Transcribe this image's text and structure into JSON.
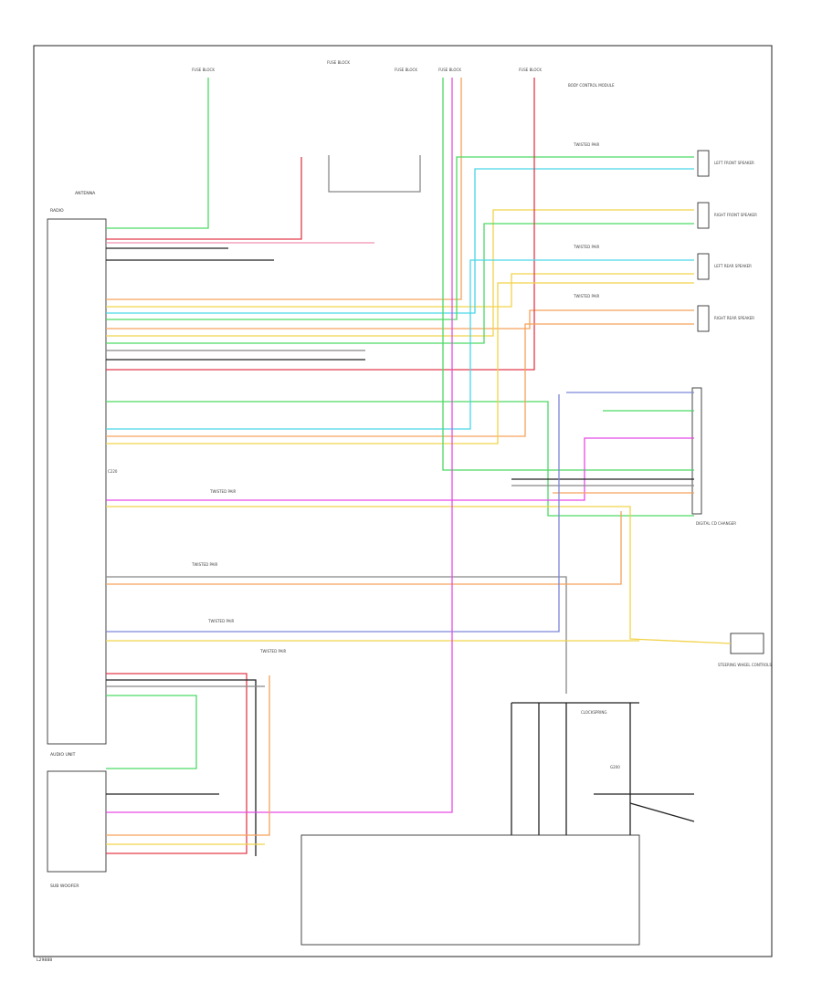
{
  "diagram": {
    "title": "",
    "footer_code": "L29888",
    "colors": {
      "green": "#4cd964",
      "red": "#e23b4a",
      "orange": "#f5a25c",
      "yellow": "#f2d34a",
      "cyan": "#49d6e6",
      "magenta": "#e64ae6",
      "blue": "#7a86d9",
      "pink": "#f08fb0",
      "black": "#222222",
      "gray": "#888888"
    },
    "labels": {
      "antenna": "ANTENNA",
      "radio": "RADIO",
      "audio_unit": "AUDIO UNIT",
      "sub_woofer": "SUB WOOFER",
      "digital_cd": "DIGITAL CD CHANGER",
      "steering": "STEERING WHEEL CONTROLS",
      "left_front": "LEFT FRONT SPEAKER",
      "right_front": "RIGHT FRONT SPEAKER",
      "left_rear": "LEFT REAR SPEAKER",
      "right_rear": "RIGHT REAR SPEAKER",
      "twisted": "TWISTED PAIR",
      "ground": "G200",
      "fuse_block": "FUSE BLOCK",
      "body_ctrl": "BODY CONTROL MODULE",
      "clockspring": "CLOCKSPRING",
      "radio_connector": "C220"
    }
  }
}
